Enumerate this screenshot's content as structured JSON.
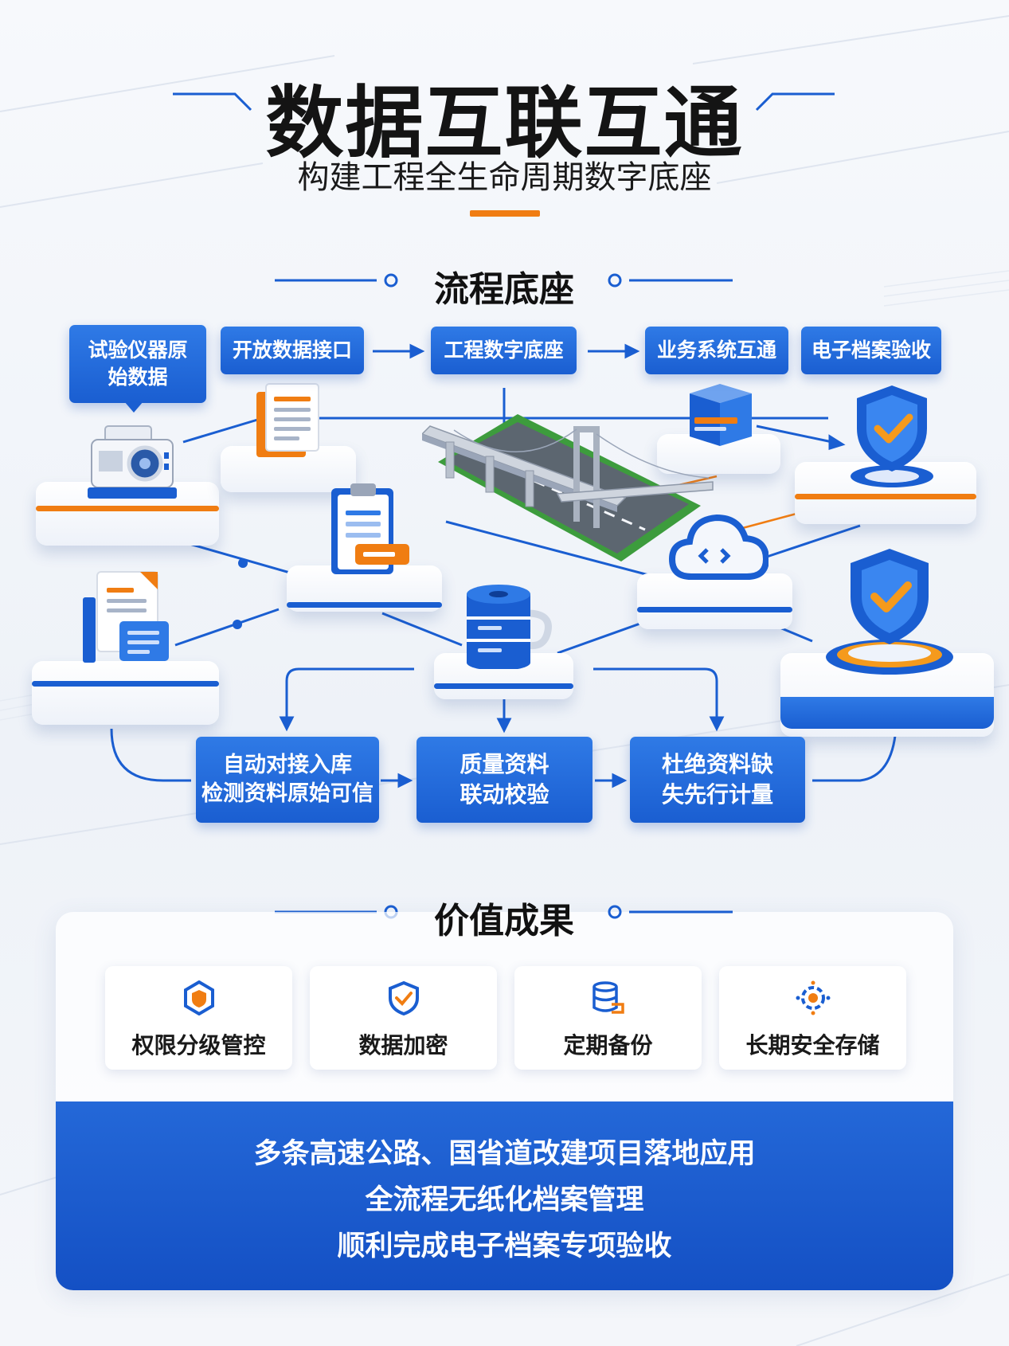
{
  "header": {
    "title": "数据互联互通",
    "subtitle": "构建工程全生命周期数字底座"
  },
  "process": {
    "section_title": "流程底座",
    "top_steps": [
      {
        "lines": [
          "试验仪器原",
          "始数据"
        ]
      },
      {
        "lines": [
          "开放数据接口"
        ]
      },
      {
        "lines": [
          "工程数字底座"
        ]
      },
      {
        "lines": [
          "业务系统互通"
        ]
      },
      {
        "lines": [
          "电子档案验收"
        ]
      }
    ],
    "bottom_steps": [
      {
        "lines": [
          "自动对接入库",
          "检测资料原始可信"
        ]
      },
      {
        "lines": [
          "质量资料",
          "联动校验"
        ]
      },
      {
        "lines": [
          "杜绝资料缺",
          "失先行计量"
        ]
      }
    ]
  },
  "value": {
    "section_title": "价值成果",
    "cards": [
      {
        "label": "权限分级管控",
        "icon": "gear-shield-icon"
      },
      {
        "label": "数据加密",
        "icon": "shield-check-icon"
      },
      {
        "label": "定期备份",
        "icon": "database-backup-icon"
      },
      {
        "label": "长期安全存储",
        "icon": "gear-icon"
      }
    ],
    "highlights": [
      "多条高速公路、国省道改建项目落地应用",
      "全流程无纸化档案管理",
      "顺利完成电子档案专项验收"
    ]
  },
  "colors": {
    "primary_blue": "#1a5ed1",
    "accent_orange": "#f07d12",
    "title_text": "#141414"
  }
}
